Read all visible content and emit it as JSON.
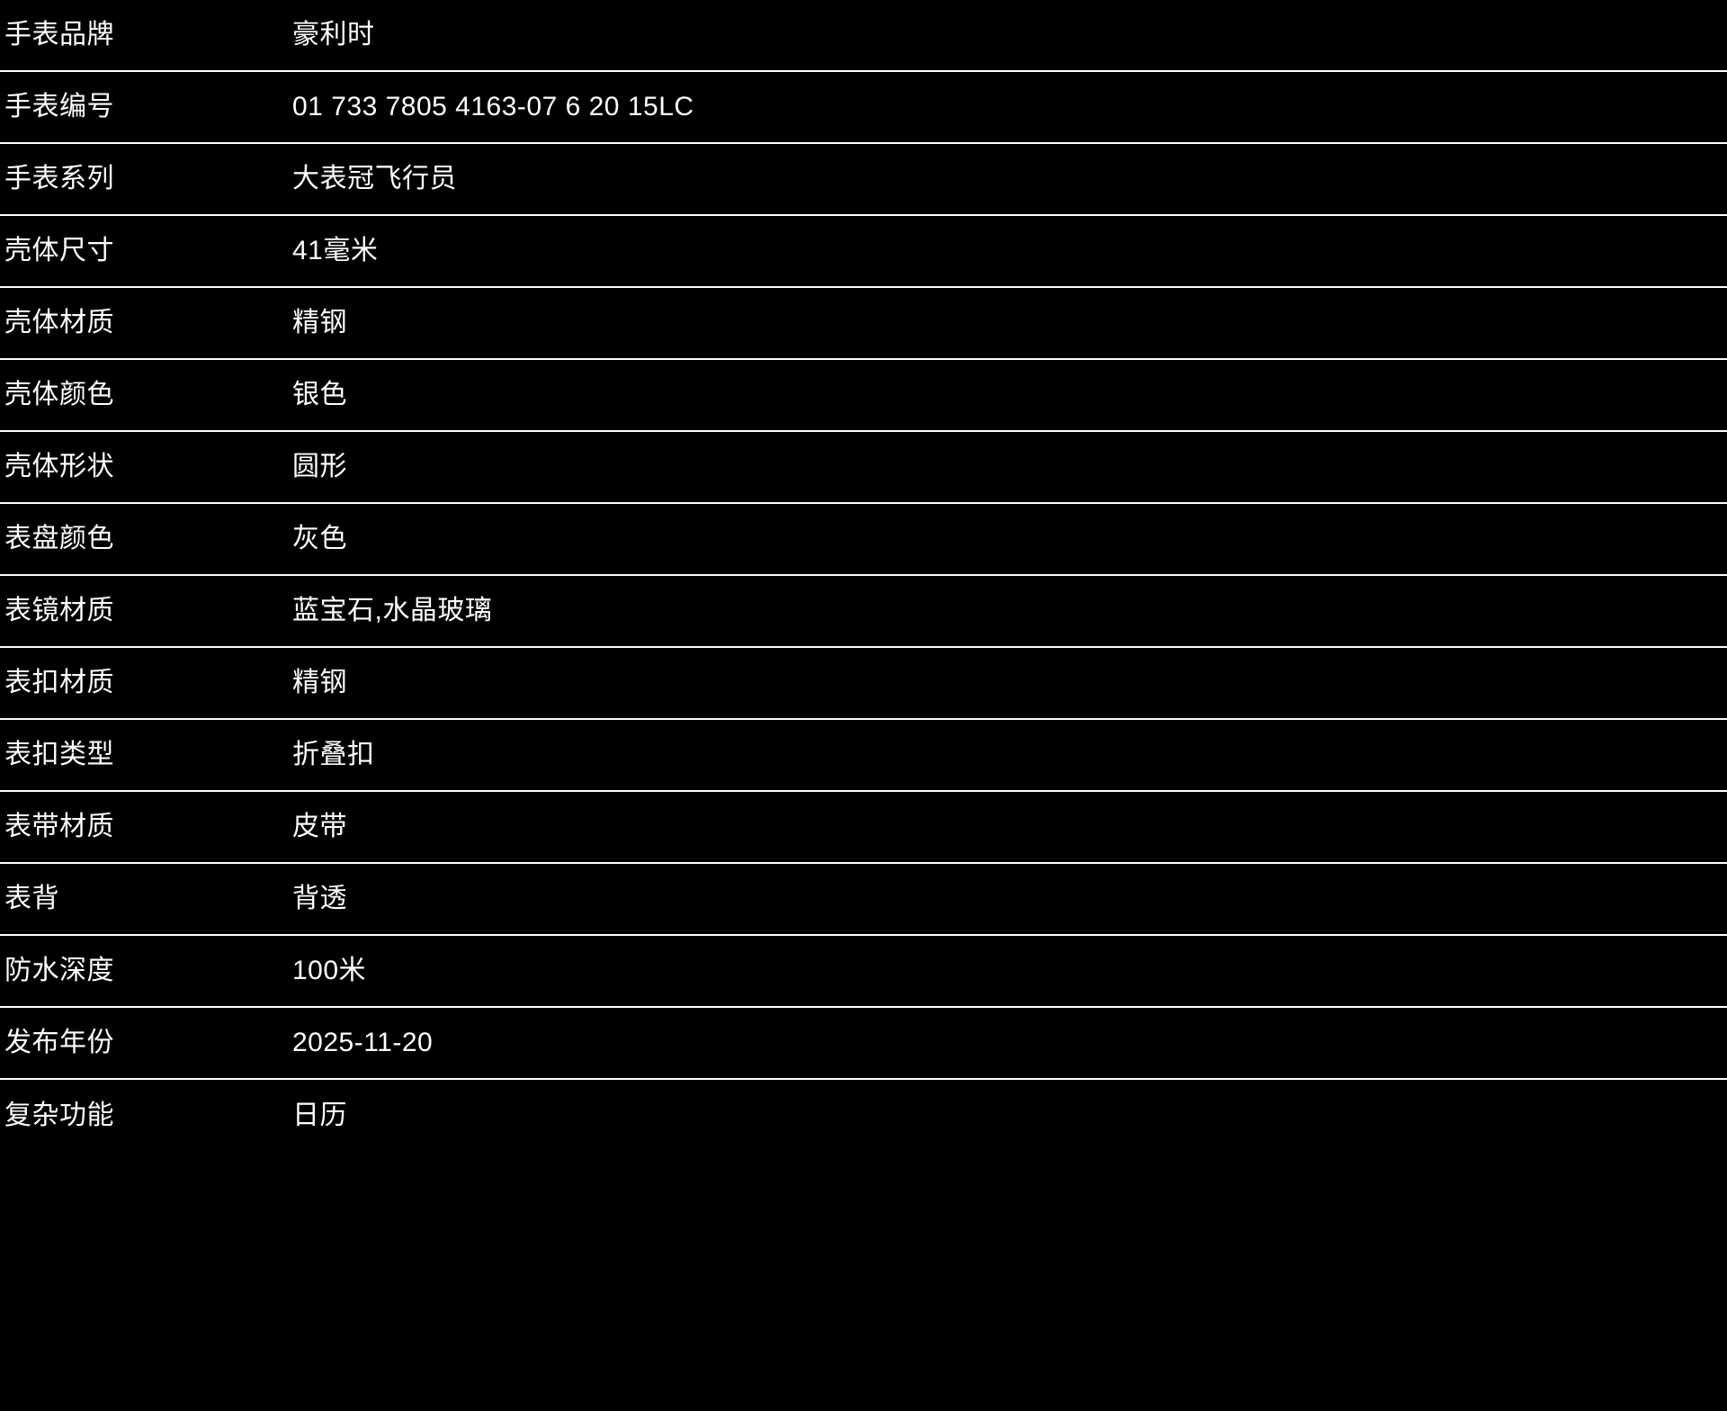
{
  "meta": {
    "background_color": "#000000",
    "text_color": "#ffffff",
    "divider_color": "#ffffff"
  },
  "spec_table": {
    "rows": [
      {
        "label": "手表品牌",
        "value": "豪利时"
      },
      {
        "label": "手表编号",
        "value": "01 733 7805 4163-07 6 20 15LC"
      },
      {
        "label": "手表系列",
        "value": "大表冠飞行员"
      },
      {
        "label": "壳体尺寸",
        "value": "41毫米"
      },
      {
        "label": "壳体材质",
        "value": "精钢"
      },
      {
        "label": "壳体颜色",
        "value": "银色"
      },
      {
        "label": "壳体形状",
        "value": "圆形"
      },
      {
        "label": "表盘颜色",
        "value": "灰色"
      },
      {
        "label": "表镜材质",
        "value": "蓝宝石,水晶玻璃"
      },
      {
        "label": "表扣材质",
        "value": "精钢"
      },
      {
        "label": "表扣类型",
        "value": "折叠扣"
      },
      {
        "label": "表带材质",
        "value": "皮带"
      },
      {
        "label": "表背",
        "value": "背透"
      },
      {
        "label": "防水深度",
        "value": "100米"
      },
      {
        "label": "发布年份",
        "value": "2025-11-20"
      },
      {
        "label": "复杂功能",
        "value": "日历"
      }
    ]
  }
}
